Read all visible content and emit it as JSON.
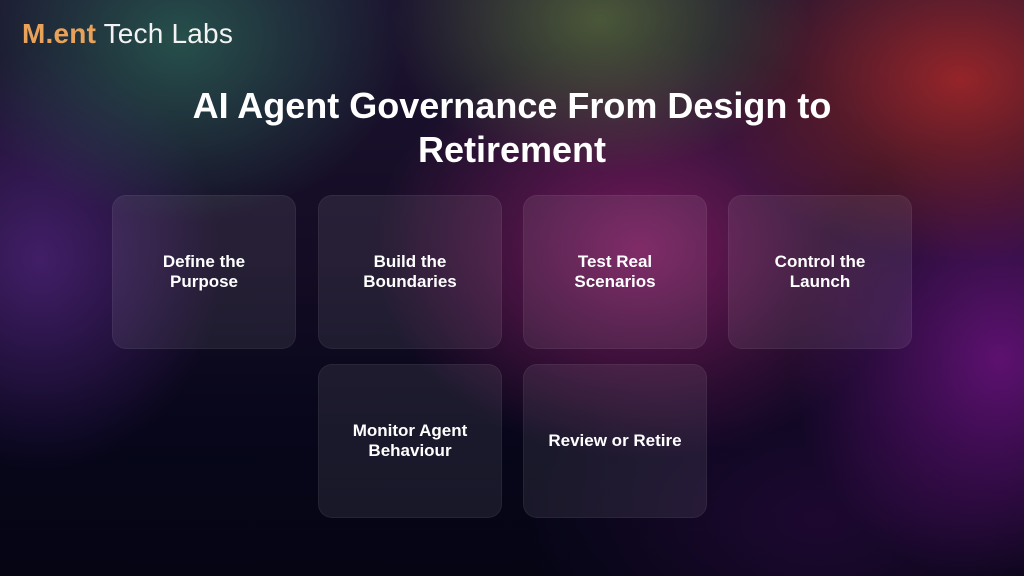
{
  "brand": {
    "mark": "M.ent",
    "name": " Tech Labs"
  },
  "title": "AI Agent Governance From Design to Retirement",
  "stages": [
    {
      "label": "Define the Purpose"
    },
    {
      "label": "Build the Boundaries"
    },
    {
      "label": "Test Real Scenarios"
    },
    {
      "label": "Control the Launch"
    },
    {
      "label": "Monitor Agent Behaviour"
    },
    {
      "label": "Review or Retire"
    }
  ]
}
